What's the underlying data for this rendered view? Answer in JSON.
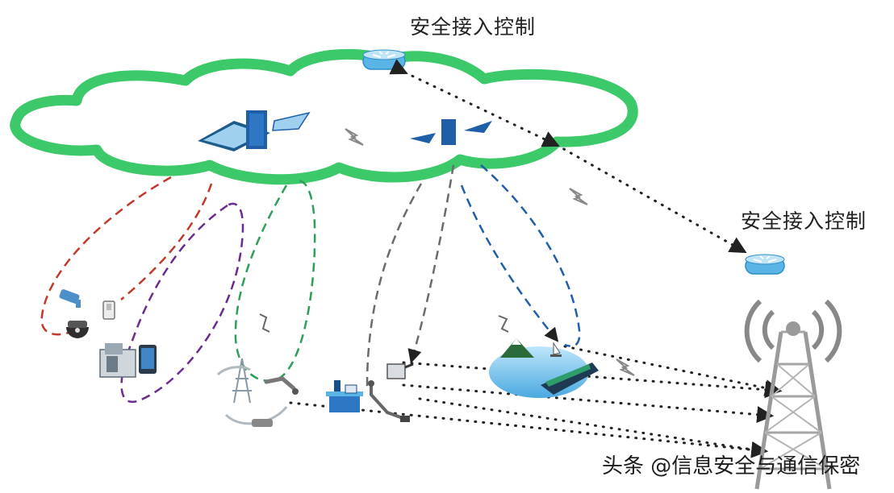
{
  "labels": {
    "secure_access_top": "安全接入控制",
    "secure_access_right": "安全接入控制"
  },
  "watermark": "头条 @信息安全与通信保密",
  "colors": {
    "cloud_outline": "#3cc96a",
    "router": "#5ab4e6",
    "link_red": "#c0392b",
    "link_purple": "#6a2c91",
    "link_green": "#2e9e5b",
    "link_gray": "#6b6b6b",
    "link_blue": "#1f5fa8",
    "dotted": "#222222",
    "tower": "#9a9a9a",
    "signal": "#888888",
    "sea": "#7fc6ee"
  },
  "icons": [
    "router-icon",
    "server-icon",
    "laptop-icon",
    "camera-icon",
    "dome-camera-icon",
    "household-devices-icon",
    "smartphone-icon",
    "antenna-icon",
    "power-pylon-icon",
    "crane-icon",
    "robot-arm-icon",
    "ship-icon",
    "sailboat-icon",
    "island-icon",
    "lightning-icon",
    "radio-tower-icon"
  ]
}
